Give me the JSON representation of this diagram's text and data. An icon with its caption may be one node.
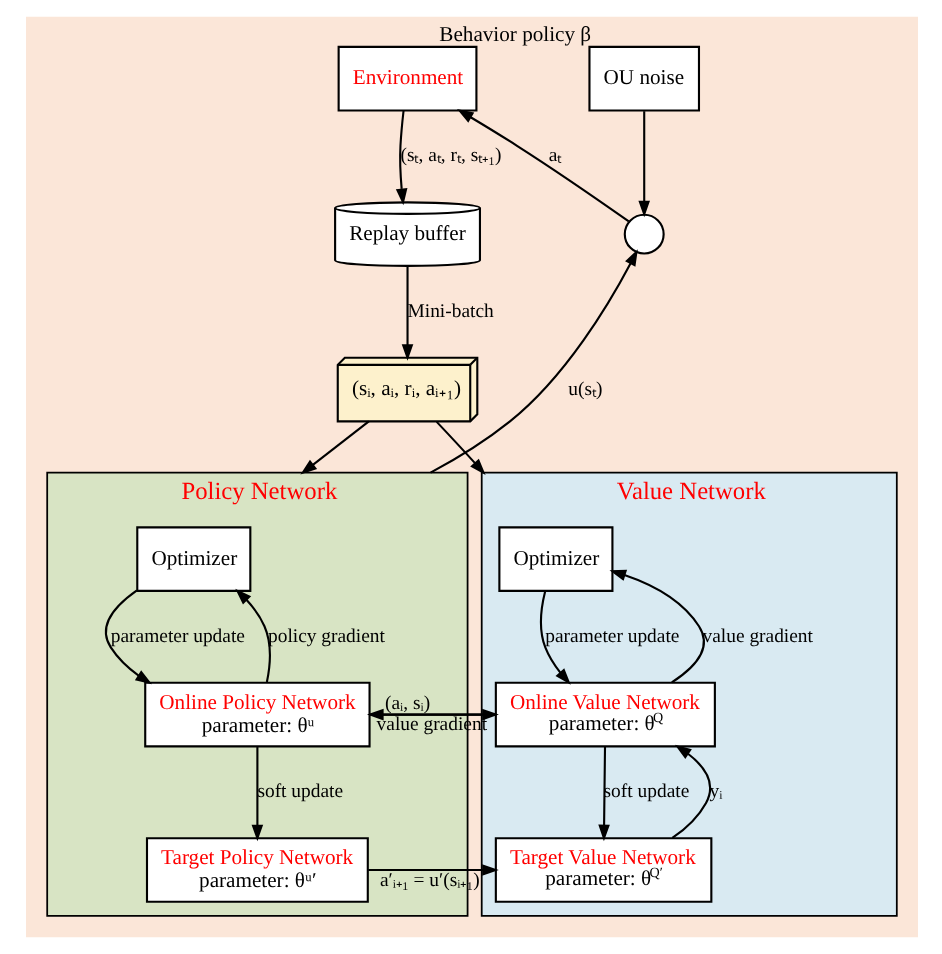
{
  "diagram": {
    "nodes": [
      {
        "text": [
          "Environment"
        ]
      },
      {
        "text": [
          "Replay buffer"
        ]
      },
      {
        "text": [
          "(sᵢ, aᵢ, rᵢ, aᵢ₊₁)"
        ]
      },
      {
        "text": [
          "OU noise"
        ],
        "beside": [
          "Behavior policy β"
        ]
      },
      {
        "text": [],
        "shape": "circle"
      },
      {
        "text": [
          "Policy Network"
        ]
      },
      {
        "text": [
          "Optimizer"
        ],
        "in": 5
      },
      {
        "text": [
          "Online Policy Network",
          "parameter: θᵘ"
        ],
        "in": 5
      },
      {
        "text": [
          "Target Policy Network",
          "parameter: θᵘ′"
        ],
        "in": 5
      },
      {
        "text": [
          "Value Network"
        ]
      },
      {
        "text": [
          "Optimizer"
        ],
        "in": 9
      },
      {
        "text": [
          "Online Value Network",
          "parameter: θ$^{Q}$"
        ],
        "in": 9
      },
      {
        "text": [
          "Target Value Network",
          "parameter: θ$^{Q′}$"
        ],
        "in": 9
      }
    ],
    "edges": [
      {
        "from": 0,
        "to": 1,
        "arrow": "to",
        "label": "(sₜ, aₜ, rₜ, sₜ₊₁)"
      },
      {
        "from": 1,
        "to": 2,
        "arrow": "to",
        "label": "Mini-batch"
      },
      {
        "from": 2,
        "to": 5,
        "arrow": "to"
      },
      {
        "from": 2,
        "to": 9,
        "arrow": "to"
      },
      {
        "from": 3,
        "to": 4,
        "arrow": "to"
      },
      {
        "from": 5,
        "to": 4,
        "arrow": "to",
        "label": "u(sₜ)"
      },
      {
        "from": 4,
        "to": 0,
        "arrow": "to",
        "label": "aₜ"
      },
      {
        "from": 7,
        "to": 6,
        "arrow": "to",
        "label": "policy gradient"
      },
      {
        "from": 6,
        "to": 7,
        "arrow": "to",
        "label": "parameter update"
      },
      {
        "from": 7,
        "to": 8,
        "arrow": "to",
        "label": "soft update"
      },
      {
        "from": 7,
        "to": 11,
        "arrow": "to",
        "label": "(aᵢ, sᵢ)"
      },
      {
        "from": 11,
        "to": 7,
        "arrow": "to",
        "label": "value gradient"
      },
      {
        "from": 8,
        "to": 12,
        "arrow": "to",
        "label": "a′ᵢ₊₁ = u′(sᵢ₊₁)"
      },
      {
        "from": 11,
        "to": 10,
        "arrow": "to",
        "label": "value gradient"
      },
      {
        "from": 10,
        "to": 11,
        "arrow": "to",
        "label": "parameter update"
      },
      {
        "from": 11,
        "to": 12,
        "arrow": "to",
        "label": "soft update"
      },
      {
        "from": 12,
        "to": 11,
        "arrow": "to",
        "label": "yᵢ"
      }
    ]
  }
}
